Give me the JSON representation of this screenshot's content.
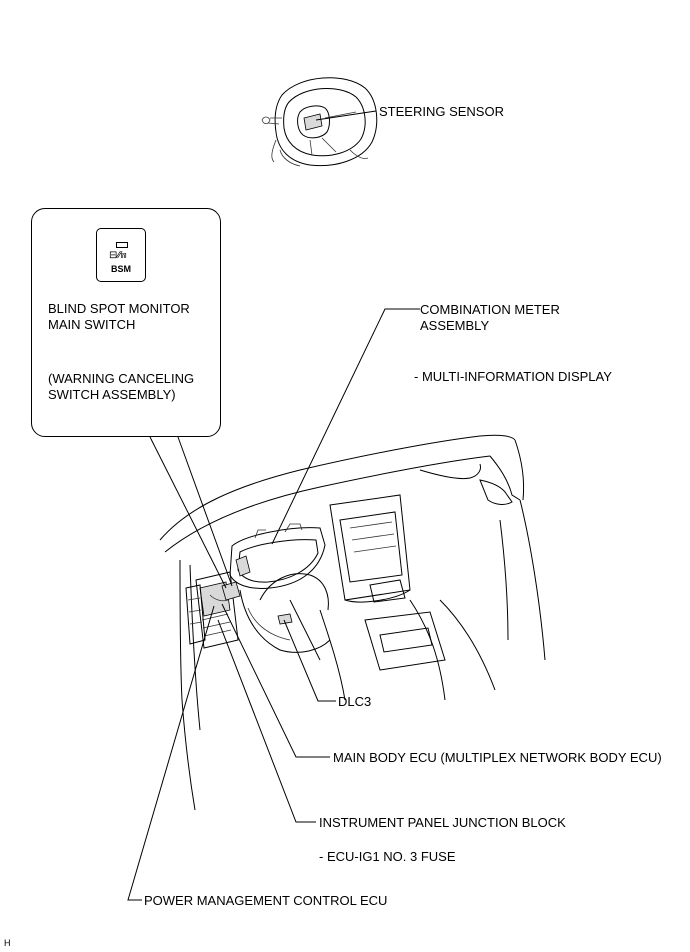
{
  "labels": {
    "steering_sensor": "STEERING SENSOR",
    "bsm_switch_line1": "BLIND SPOT MONITOR",
    "bsm_switch_line2": "MAIN SWITCH",
    "warning_cancel_line1": "(WARNING CANCELING",
    "warning_cancel_line2": "SWITCH ASSEMBLY)",
    "combination_meter_line1": "COMBINATION METER",
    "combination_meter_line2": "ASSEMBLY",
    "multi_info_display": "- MULTI-INFORMATION DISPLAY",
    "dlc3": "DLC3",
    "main_body_ecu": "MAIN BODY ECU (MULTIPLEX NETWORK BODY ECU)",
    "instrument_panel_jb": "INSTRUMENT PANEL JUNCTION BLOCK",
    "ecu_ig1_fuse": "- ECU-IG1 NO. 3 FUSE",
    "power_mgmt_ecu": "POWER MANAGEMENT CONTROL ECU",
    "figure_code": "H"
  },
  "switch": {
    "icon_glyph": "⊟⁄⁄⩎",
    "text": "BSM"
  }
}
